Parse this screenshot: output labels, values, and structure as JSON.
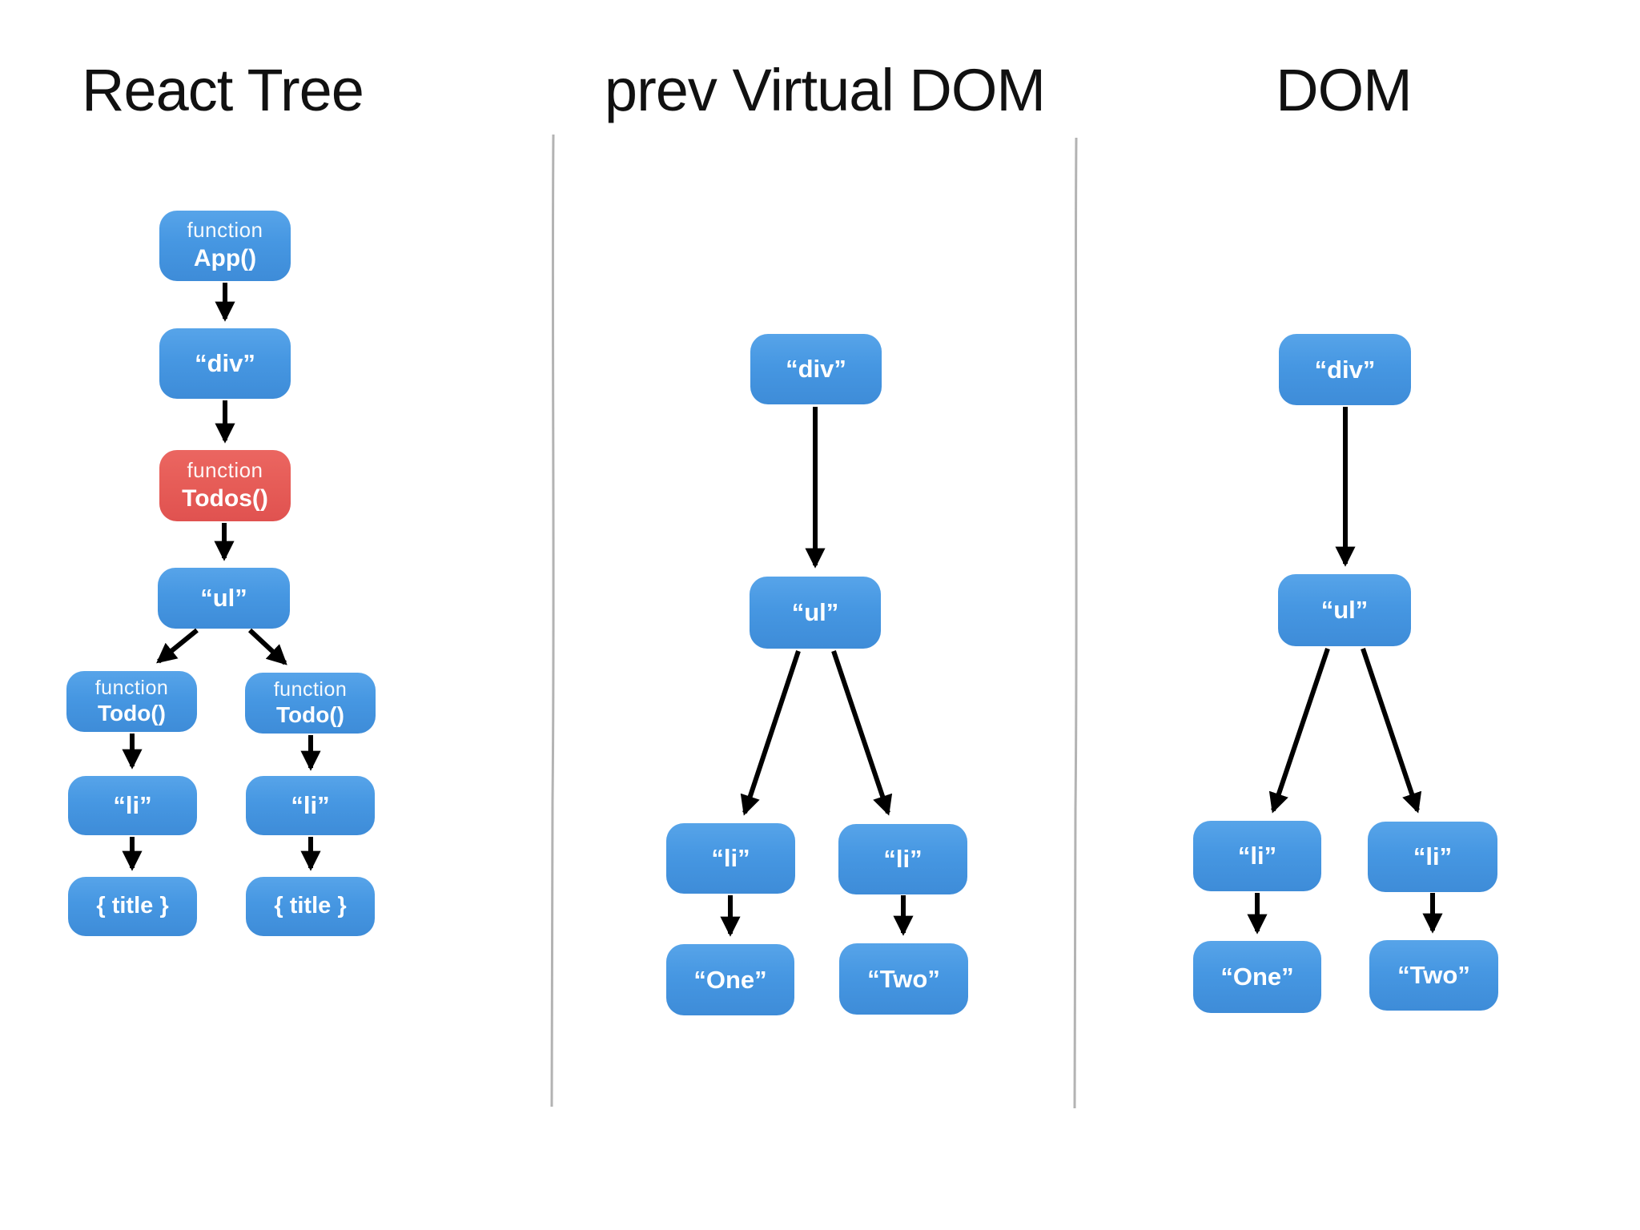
{
  "header": {
    "react_tree_title": "React Tree",
    "prev_vdom_title": "prev Virtual DOM",
    "dom_title": "DOM"
  },
  "react_tree": {
    "app_line1": "function",
    "app_line2": "App()",
    "div_label": "“div”",
    "todos_line1": "function",
    "todos_line2": "Todos()",
    "ul_label": "“ul”",
    "todo_left_line1": "function",
    "todo_left_line2": "Todo()",
    "todo_right_line1": "function",
    "todo_right_line2": "Todo()",
    "li_left_label": "“li”",
    "li_right_label": "“li”",
    "title_left_label": "{ title }",
    "title_right_label": "{ title }"
  },
  "prev_virtual_dom": {
    "div_label": "“div”",
    "ul_label": "“ul”",
    "li_left_label": "“li”",
    "li_right_label": "“li”",
    "one_label": "“One”",
    "two_label": "“Two”"
  },
  "dom": {
    "div_label": "“div”",
    "ul_label": "“ul”",
    "li_left_label": "“li”",
    "li_right_label": "“li”",
    "one_label": "“One”",
    "two_label": "“Two”"
  },
  "colors": {
    "node_blue": "#4697E2",
    "node_red": "#E65C57",
    "arrow_black": "#000000",
    "divider_gray": "#A6A6A6",
    "title_text": "#111111",
    "node_text": "#FFFFFF"
  }
}
